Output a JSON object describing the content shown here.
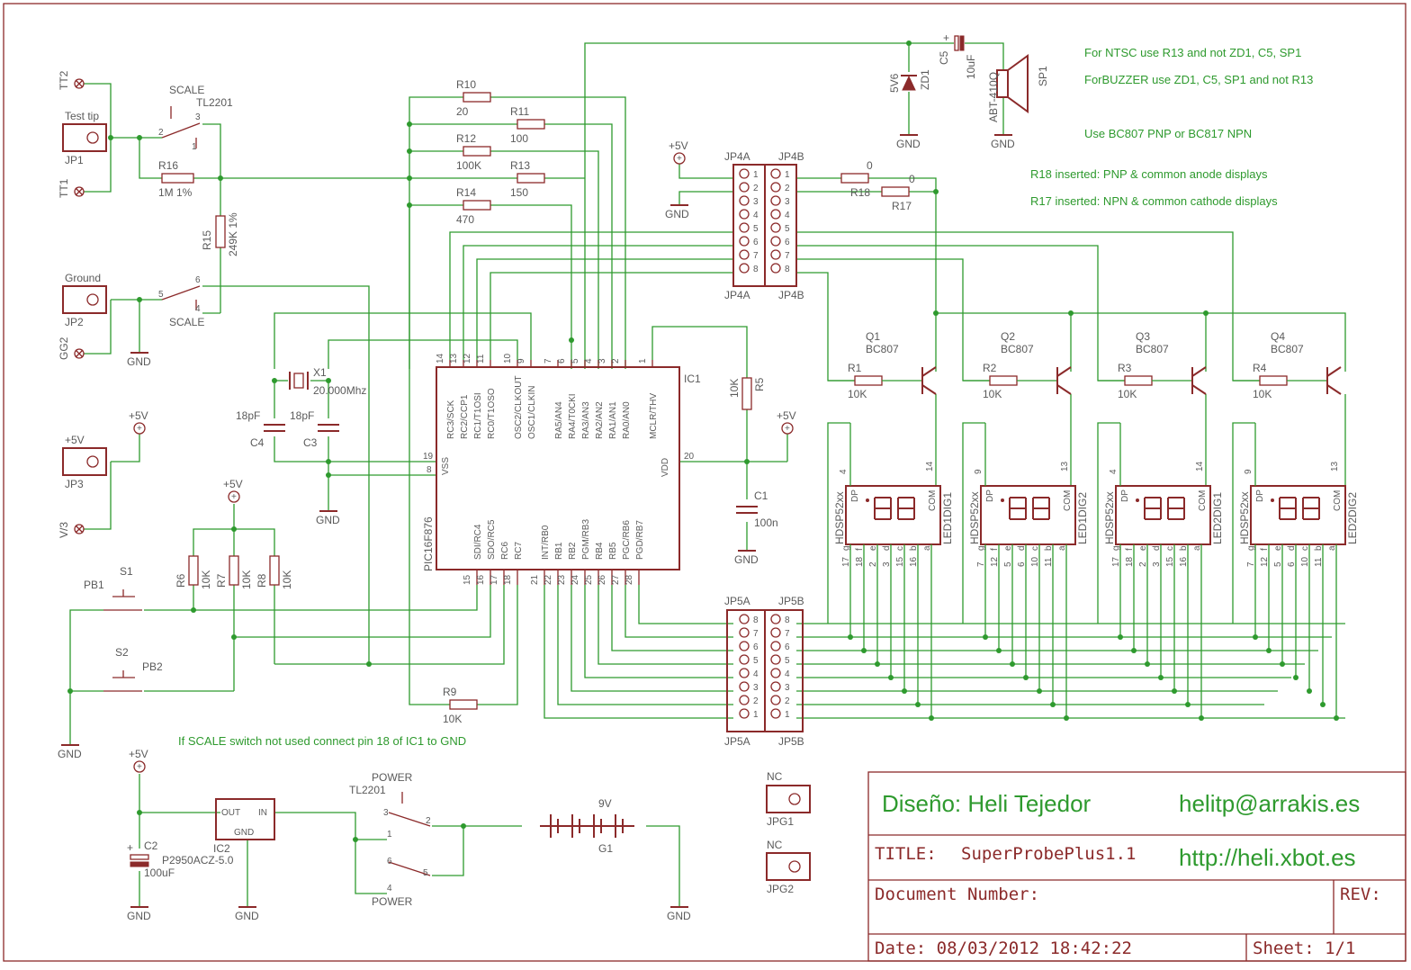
{
  "title_block": {
    "designer": "Diseño: Heli Tejedor",
    "email": "helitp@arrakis.es",
    "title_label": "TITLE:",
    "title_value": "SuperProbePlus1.1",
    "url": "http://heli.xbot.es",
    "document_number_label": "Document Number:",
    "rev_label": "REV:",
    "date": "Date: 08/03/2012 18:42:22",
    "sheet": "Sheet: 1/1"
  },
  "notes": [
    "For NTSC use R13 and not ZD1, C5, SP1",
    "ForBUZZER use ZD1, C5, SP1 and not R13",
    "Use BC807 PNP or BC817 NPN",
    "R18 inserted: PNP & common anode displays",
    "R17 inserted: NPN & common cathode displays",
    "If SCALE switch not used connect pin 18 of IC1 to GND"
  ],
  "ic1": {
    "name": "IC1",
    "part": "PIC16F876",
    "left_top_pins": [
      "14",
      "13",
      "12",
      "11",
      "10",
      "9"
    ],
    "left_top_names": [
      "RC3/SCK",
      "RC2/CCP1",
      "RC1/T1OSI",
      "RC0/T1OSO",
      "OSC2/CLKOUT",
      "OSC1/CLKIN"
    ],
    "top_pins": [
      "7",
      "6",
      "5",
      "4",
      "3",
      "2",
      "1"
    ],
    "top_names": [
      "RA5/AN4",
      "RA4/T0CKI",
      "RA3/AN3",
      "RA2/AN2",
      "RA1/AN1",
      "RA0/AN0",
      "MCLR/THV"
    ],
    "vss_pins": [
      "19",
      "8"
    ],
    "vss_label": "VSS",
    "vdd_pin": "20",
    "vdd_label": "VDD",
    "bottom_left_pins": [
      "15",
      "16",
      "17",
      "18"
    ],
    "bottom_left_names": [
      "SDI/RC4",
      "SDO/RC5",
      "RC6",
      "RC7"
    ],
    "bottom_pins": [
      "21",
      "22",
      "23",
      "24",
      "25",
      "26",
      "27",
      "28"
    ],
    "bottom_names": [
      "INT/RB0",
      "RB1",
      "RB2",
      "PGM/RB3",
      "RB4",
      "RB5",
      "PGC/RB6",
      "PGD/RB7"
    ]
  },
  "resistors": [
    {
      "name": "R10",
      "value": "20"
    },
    {
      "name": "R11",
      "value": "100"
    },
    {
      "name": "R12",
      "value": "100K"
    },
    {
      "name": "R13",
      "value": "150"
    },
    {
      "name": "R14",
      "value": "470"
    },
    {
      "name": "R16",
      "value": "1M 1%"
    },
    {
      "name": "R15",
      "value": "249K 1%"
    },
    {
      "name": "R5",
      "value": "10K"
    },
    {
      "name": "R6",
      "value": "10K"
    },
    {
      "name": "R7",
      "value": "10K"
    },
    {
      "name": "R8",
      "value": "10K"
    },
    {
      "name": "R9",
      "value": "10K"
    },
    {
      "name": "R18",
      "value": "0"
    },
    {
      "name": "R17",
      "value": "0"
    },
    {
      "name": "R1",
      "value": "10K"
    },
    {
      "name": "R2",
      "value": "10K"
    },
    {
      "name": "R3",
      "value": "10K"
    },
    {
      "name": "R4",
      "value": "10K"
    }
  ],
  "capacitors": [
    {
      "name": "C4",
      "value": "18pF"
    },
    {
      "name": "C3",
      "value": "18pF"
    },
    {
      "name": "C1",
      "value": "100n"
    },
    {
      "name": "C5",
      "value": "10uF"
    },
    {
      "name": "C2",
      "value": "100uF"
    }
  ],
  "crystal": {
    "name": "X1",
    "value": "20.000Mhz"
  },
  "transistors": [
    {
      "name": "Q1",
      "part": "BC807"
    },
    {
      "name": "Q2",
      "part": "BC807"
    },
    {
      "name": "Q3",
      "part": "BC807"
    },
    {
      "name": "Q4",
      "part": "BC807"
    }
  ],
  "displays": [
    {
      "name": "LED1DIG1",
      "part": "HDSP52xx",
      "pin_dp": "4",
      "pin_com": "14",
      "dp": "DP",
      "com": "COM"
    },
    {
      "name": "LED1DIG2",
      "part": "HDSP52xx",
      "pin_dp": "9",
      "pin_com": "13",
      "dp": "DP",
      "com": "COM"
    },
    {
      "name": "LED2DIG1",
      "part": "HDSP52xx",
      "pin_dp": "4",
      "pin_com": "14",
      "dp": "DP",
      "com": "COM"
    },
    {
      "name": "LED2DIG2",
      "part": "HDSP52xx",
      "pin_dp": "9",
      "pin_com": "13",
      "dp": "DP",
      "com": "COM"
    }
  ],
  "display_bottom_pins_a": [
    "17",
    "18",
    "2",
    "3",
    "15",
    "16"
  ],
  "display_bottom_pins_b": [
    "7",
    "12",
    "5",
    "6",
    "10",
    "11"
  ],
  "display_bottom_segs": [
    "g",
    "f",
    "e",
    "d",
    "c",
    "b",
    "a"
  ],
  "connectors": {
    "jp4a": "JP4A",
    "jp4b": "JP4B",
    "jp5a": "JP5A",
    "jp5b": "JP5B",
    "pins": [
      "1",
      "2",
      "3",
      "4",
      "5",
      "6",
      "7",
      "8"
    ]
  },
  "jumpers": [
    {
      "name": "JP1",
      "label": "Test tip"
    },
    {
      "name": "JP2",
      "label": "Ground"
    },
    {
      "name": "JP3",
      "label": "+5V"
    },
    {
      "name": "JPG1",
      "label": "NC"
    },
    {
      "name": "JPG2",
      "label": "NC"
    }
  ],
  "testpoints": [
    "TT2",
    "TT1",
    "GG2",
    "V/3"
  ],
  "switches": {
    "scale": "SCALE",
    "scale_part": "TL2201",
    "power": "POWER",
    "power_part": "TL2201",
    "s1": "S1",
    "pb1": "PB1",
    "s2": "S2",
    "pb2": "PB2"
  },
  "misc": {
    "zd1": "ZD1",
    "zd1_value": "5V6",
    "sp1": "SP1",
    "sp1_part": "ABT-410Q",
    "ic2": "IC2",
    "ic2_part": "P2950ACZ-5.0",
    "ic2_out": "OUT",
    "ic2_in": "IN",
    "ic2_gnd": "GND",
    "battery": "G1",
    "battery_value": "9V",
    "gnd": "GND",
    "vcc": "+5V",
    "nc": "NC"
  }
}
